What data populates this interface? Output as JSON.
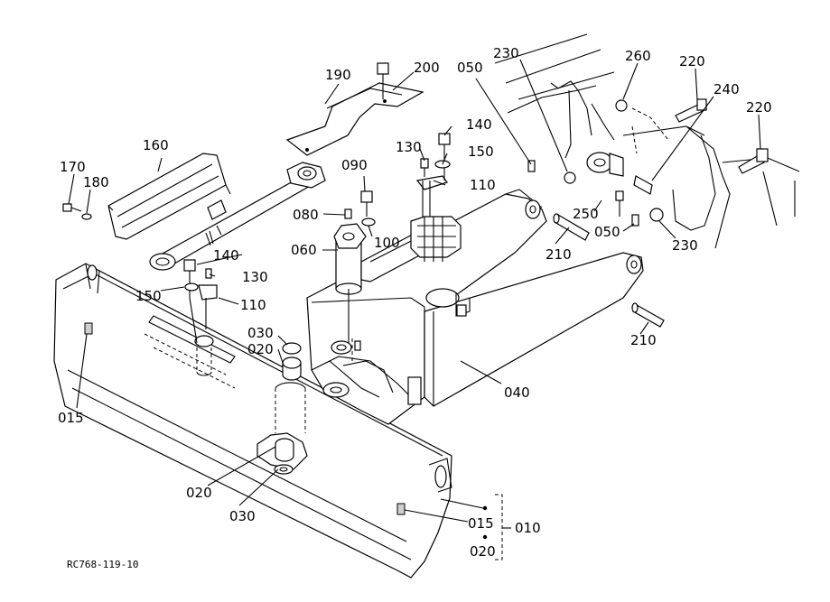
{
  "drawing_code": "RC768-119-10",
  "callouts": {
    "c190": "190",
    "c200": "200",
    "c050a": "050",
    "c230a": "230",
    "c260": "260",
    "c220a": "220",
    "c240": "240",
    "c220b": "220",
    "c160": "160",
    "c140a": "140",
    "c130a": "130",
    "c150a": "150",
    "c110a": "110",
    "c090": "090",
    "c170": "170",
    "c180": "180",
    "c080": "080",
    "c100": "100",
    "c060": "060",
    "c250": "250",
    "c050b": "050",
    "c230b": "230",
    "c210a": "210",
    "c140b": "140",
    "c130b": "130",
    "c150b": "150",
    "c110b": "110",
    "c210b": "210",
    "c030a": "030",
    "c020a": "020",
    "c040": "040",
    "c015a": "015",
    "c020b": "020",
    "c030b": "030",
    "c015b": "015",
    "c010": "010",
    "c020c": "020"
  }
}
